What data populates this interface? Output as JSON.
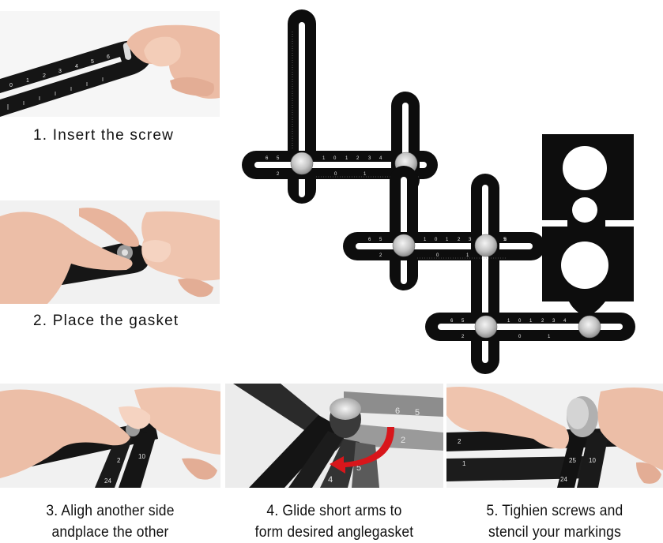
{
  "steps": [
    {
      "number": "1",
      "label": "1. Insert the screw"
    },
    {
      "number": "2",
      "label": "2. Place the gasket"
    },
    {
      "number": "3",
      "line1": "3. Aligh another side",
      "line2": "andplace the other"
    },
    {
      "number": "4",
      "line1": "4. Glide short arms to",
      "line2": "form desired anglegasket"
    },
    {
      "number": "5",
      "line1": "5. Tighien screws and",
      "line2": "stencil your markings"
    }
  ],
  "product": {
    "description": "Multi-angle measuring ruler template tool (3 linked articulating rulers + hole gauge plate)",
    "ruler_numbers_top": [
      "6",
      "5",
      "1",
      "0",
      "1",
      "2",
      "3",
      "4",
      "5",
      "6"
    ],
    "ruler_numbers_bottom": [
      "2",
      "0",
      "1"
    ]
  },
  "photo_annotations": {
    "step1_scale": [
      "0",
      "1",
      "2",
      "3",
      "4",
      "5",
      "6"
    ],
    "step3_scale": [
      "24",
      "2",
      "10"
    ],
    "step4_scale": [
      "6",
      "5",
      "2",
      "5",
      "4"
    ],
    "step5_scale": [
      "24",
      "25",
      "10",
      "1",
      "2"
    ]
  },
  "colors": {
    "background": "#ffffff",
    "ruler": "#0d0d0d",
    "knob": "#c8c8c8",
    "skin": "#eab9a2",
    "arrow": "#d8161b",
    "text": "#111111"
  }
}
